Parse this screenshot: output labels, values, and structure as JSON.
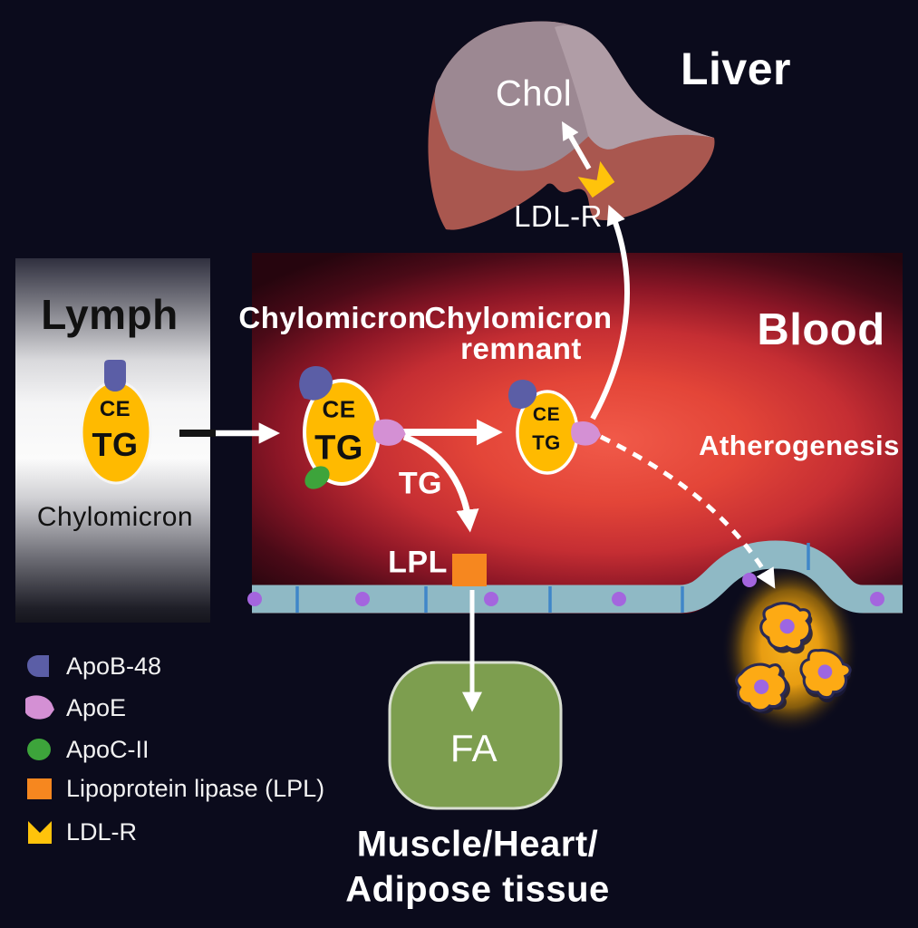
{
  "liver": {
    "title": "Liver",
    "chol_label": "Chol",
    "ldl_receptor_label": "LDL-R"
  },
  "lymph": {
    "title": "Lymph",
    "particle": {
      "ce": "CE",
      "tg": "TG"
    },
    "caption": "Chylomicron"
  },
  "blood": {
    "title": "Blood",
    "chylomicron_label": "Chylomicron",
    "remnant_label_line1": "Chylomicron",
    "remnant_label_line2": "remnant",
    "atherogenesis_label": "Atherogenesis",
    "tg_label": "TG",
    "lpl_label": "LPL",
    "chylomicron_particle": {
      "ce": "CE",
      "tg": "TG"
    },
    "remnant_particle": {
      "ce": "CE",
      "tg": "TG"
    }
  },
  "tissue": {
    "fa_label": "FA",
    "caption_line1": "Muscle/Heart/",
    "caption_line2": "Adipose tissue"
  },
  "legend": {
    "items": [
      {
        "icon": "apob48-icon",
        "label": "ApoB-48",
        "color": "#5b5ea6"
      },
      {
        "icon": "apoe-icon",
        "label": "ApoE",
        "color": "#d490d4"
      },
      {
        "icon": "apoc2-icon",
        "label": "ApoC-II",
        "color": "#3da43b"
      },
      {
        "icon": "lpl-icon",
        "label": "Lipoprotein lipase (LPL)",
        "color": "#f6871f"
      },
      {
        "icon": "ldlr-icon",
        "label": "LDL-R",
        "color": "#ffc30b"
      }
    ]
  },
  "colors": {
    "background": "#0b0b1c",
    "chylomicron": "#ffba00",
    "apob48": "#5b5ea6",
    "apoe": "#d490d4",
    "apoc2": "#3da43b",
    "lpl": "#f6871f",
    "ldl_receptor": "#ffc30b",
    "endothelium": "#8fb9c5",
    "cell_junction": "#3f86c9",
    "nucleus": "#a465de",
    "foam_cell": "#fdaa14",
    "fa_box": "#7d9e4f",
    "liver_body": "#9c8892",
    "liver_highlight": "#b3a0a9",
    "liver_lower": "#a9574f"
  }
}
